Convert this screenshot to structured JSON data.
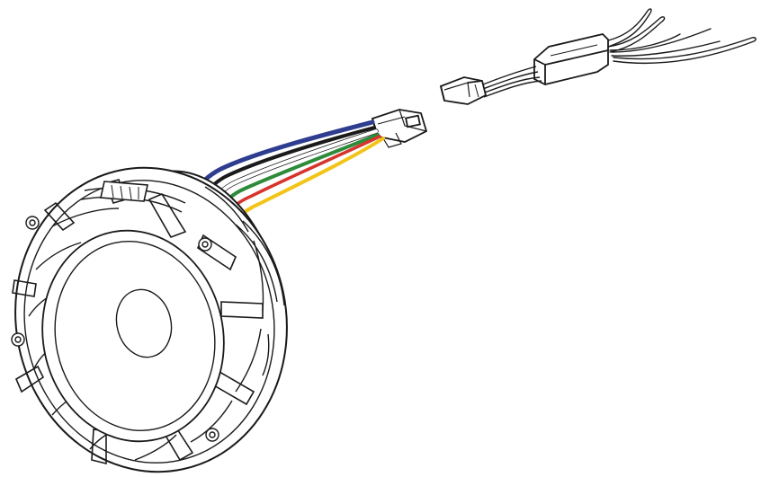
{
  "diagram": {
    "ink_color": "#1a1a1a",
    "wire_colors": {
      "blue": "#2e3d8f",
      "black": "#1a1a1a",
      "white": "#ffffff",
      "green": "#2e8b3a",
      "red": "#d6342c",
      "yellow": "#f2c418"
    },
    "components": [
      "speaker-driver-unit",
      "wire-harness",
      "inline-connector",
      "control-module",
      "power-leads"
    ]
  }
}
